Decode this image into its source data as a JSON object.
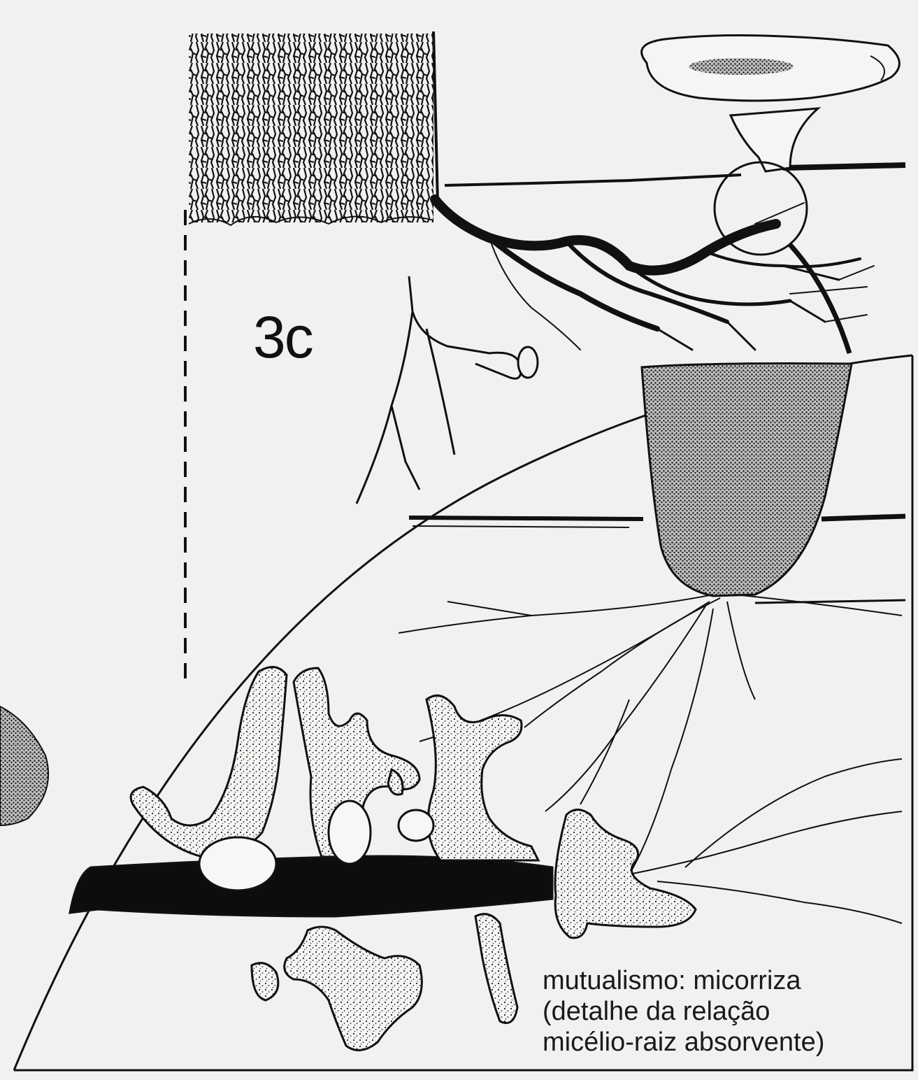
{
  "figure": {
    "label": "3c"
  },
  "caption": {
    "line1": "mutualismo: micorriza",
    "line2": "(detalhe da relação",
    "line3": "micélio-raiz absorvente)"
  },
  "colors": {
    "background": "#f1f1ef",
    "ink": "#111111"
  }
}
